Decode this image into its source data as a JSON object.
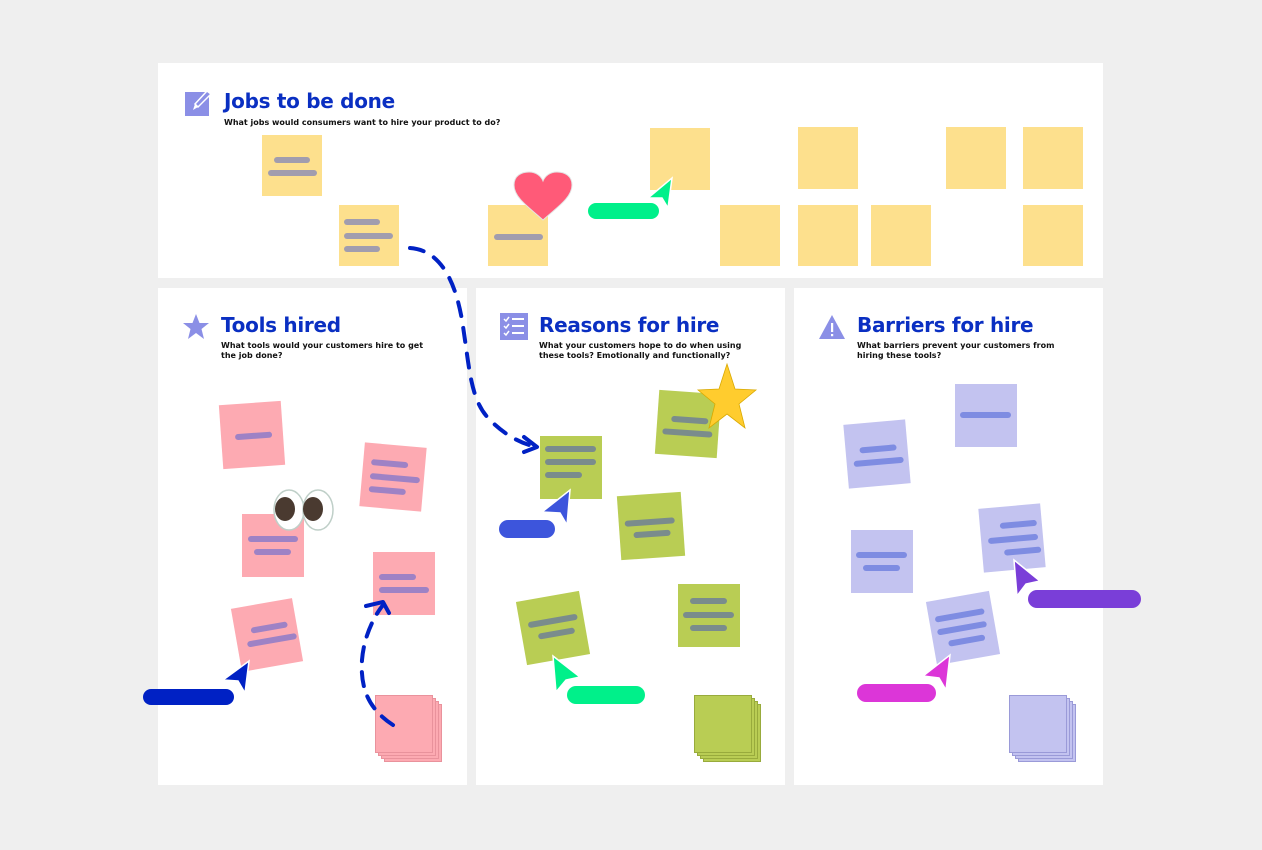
{
  "board": {
    "background": "#efefef",
    "accent": "#0a2fc2",
    "icon_color": "#8b8fe6"
  },
  "sections": {
    "jobs": {
      "title": "Jobs to be done",
      "subtitle": "What jobs would consumers want to hire your product to do?",
      "icon": "edit-icon",
      "note_color": "#fde08d"
    },
    "tools": {
      "title": "Tools hired",
      "subtitle": "What tools would your customers hire to get the job done?",
      "icon": "star-icon",
      "note_color": "#fdaab2"
    },
    "reasons": {
      "title": "Reasons for hire",
      "subtitle": "What your customers hope to do when using these tools? Emotionally and functionally?",
      "icon": "checklist-icon",
      "note_color": "#b9cd54"
    },
    "barriers": {
      "title": "Barriers for hire",
      "subtitle": "What barriers prevent your customers from hiring these tools?",
      "icon": "warning-icon",
      "note_color": "#c3c3f0"
    }
  },
  "cursors": [
    {
      "color": "#00f08a",
      "section": "jobs"
    },
    {
      "color": "#0021c4",
      "section": "tools"
    },
    {
      "color": "#3d55dc",
      "section": "reasons"
    },
    {
      "color": "#00f08a",
      "section": "reasons"
    },
    {
      "color": "#7a3ed8",
      "section": "barriers"
    },
    {
      "color": "#dc36d8",
      "section": "barriers"
    }
  ],
  "stickers": [
    "heart-sticker",
    "eyes-sticker",
    "star-sticker"
  ]
}
